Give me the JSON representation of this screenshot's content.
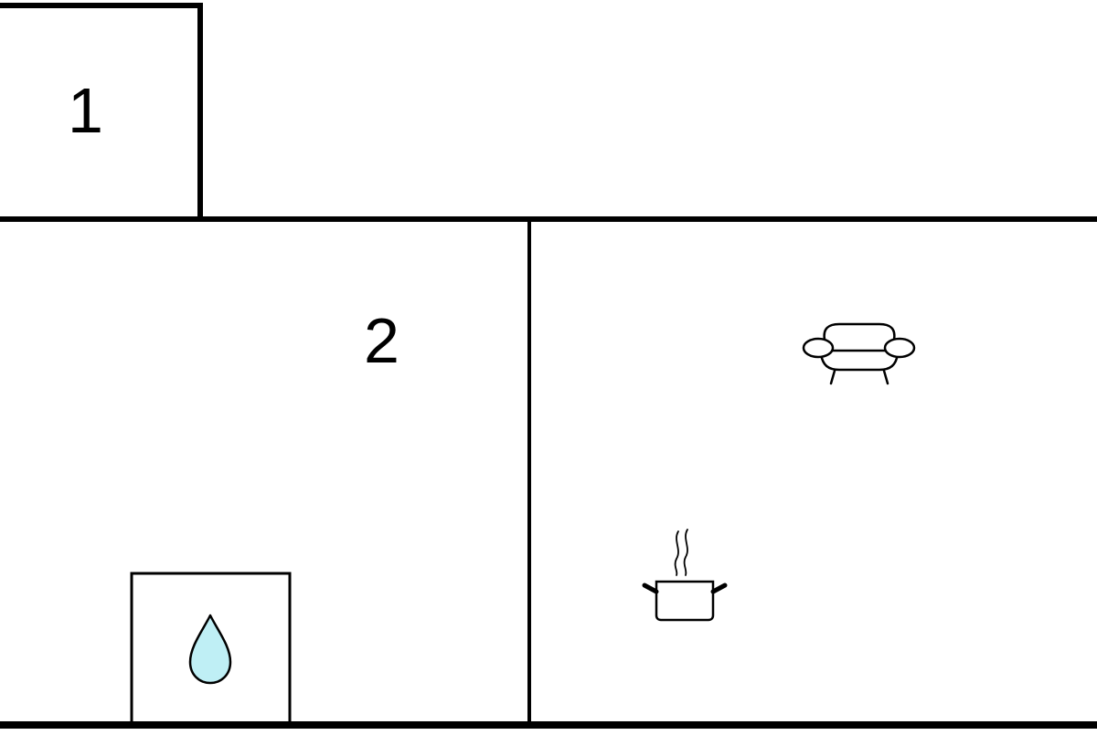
{
  "floor_plan": {
    "rooms": [
      {
        "id": "room-1",
        "label": "1"
      },
      {
        "id": "room-2",
        "label": "2"
      },
      {
        "id": "living-kitchen"
      }
    ],
    "icons": [
      {
        "name": "armchair-icon",
        "meaning": "living area"
      },
      {
        "name": "cooking-pot-icon",
        "meaning": "kitchen"
      },
      {
        "name": "water-drop-icon",
        "meaning": "bathroom"
      }
    ],
    "colors": {
      "wall": "#000000",
      "background": "#ffffff",
      "water_fill": "#bfeff5"
    }
  }
}
